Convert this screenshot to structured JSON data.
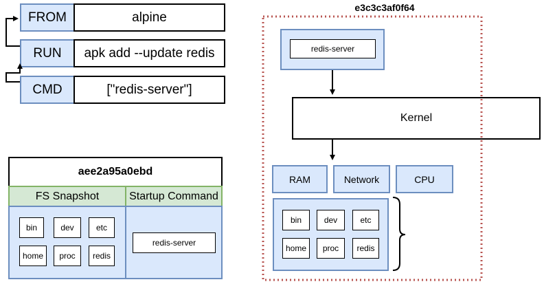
{
  "dockerfile": {
    "rows": [
      {
        "instruction": "FROM",
        "argument": "alpine"
      },
      {
        "instruction": "RUN",
        "argument": "apk add --update redis"
      },
      {
        "instruction": "CMD",
        "argument": "[\"redis-server\"]"
      }
    ]
  },
  "image": {
    "id": "aee2a95a0ebd",
    "fs_snapshot_label": "FS Snapshot",
    "startup_command_label": "Startup Command",
    "fs_items": [
      "bin",
      "dev",
      "etc",
      "home",
      "proc",
      "redis"
    ],
    "startup_command": "redis-server"
  },
  "container": {
    "id": "e3c3c3af0f64",
    "process": "redis-server",
    "kernel": "Kernel",
    "resources": [
      "RAM",
      "Network",
      "CPU"
    ],
    "fs_items": [
      "bin",
      "dev",
      "etc",
      "home",
      "proc",
      "redis"
    ]
  },
  "colors": {
    "blue_fill": "#dae8fc",
    "blue_stroke": "#6c8ebf",
    "green_fill": "#d5e8d4",
    "green_stroke": "#82b366",
    "container_border": "#b85450"
  }
}
